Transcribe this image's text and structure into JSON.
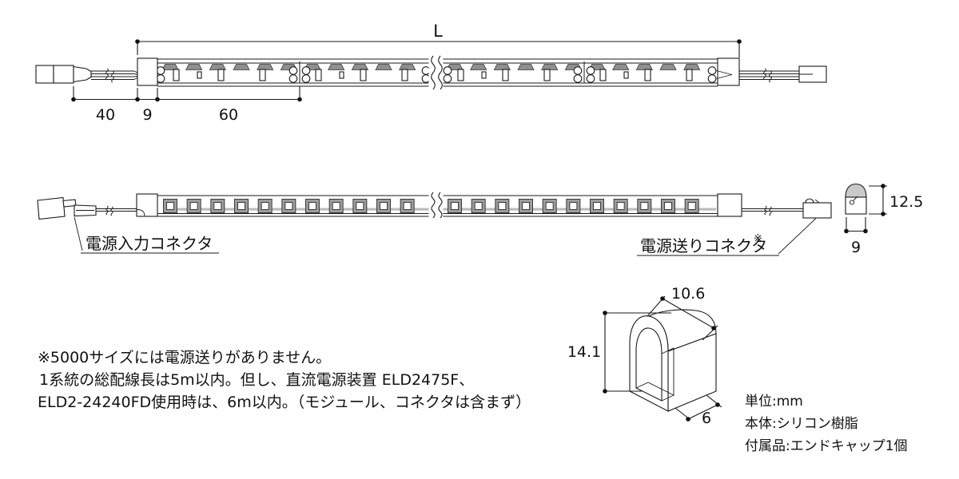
{
  "drawing_type": "LED strip module dimensional drawing",
  "top_view": {
    "length_label": "L",
    "lead_wire_length": "40",
    "end_sleeve_width": "9",
    "module_pitch": "60"
  },
  "front_view": {
    "input_connector_label": "電源入力コネクタ",
    "feed_connector_label": "電源送りコネクタ",
    "feed_connector_ref_mark": "※"
  },
  "cross_section": {
    "height": "12.5",
    "width": "9"
  },
  "end_cap": {
    "width": "10.6",
    "height": "14.1",
    "depth": "6"
  },
  "notes": [
    "※5000サイズには電源送りがありません。",
    "1系統の総配線長は5m以内。但し、直流電源装置 ELD2475F、",
    "ELD2-24240FD使用時は、6m以内。（モジュール、コネクタは含まず）"
  ],
  "specs": [
    "単位:mm",
    "本体:シリコン樹脂",
    "付属品:エンドキャップ1個"
  ],
  "colors": {
    "line": "#1a1a1a",
    "gray": "#8f8f8f",
    "light_gray": "#c9c9c9",
    "background": "#ffffff"
  }
}
